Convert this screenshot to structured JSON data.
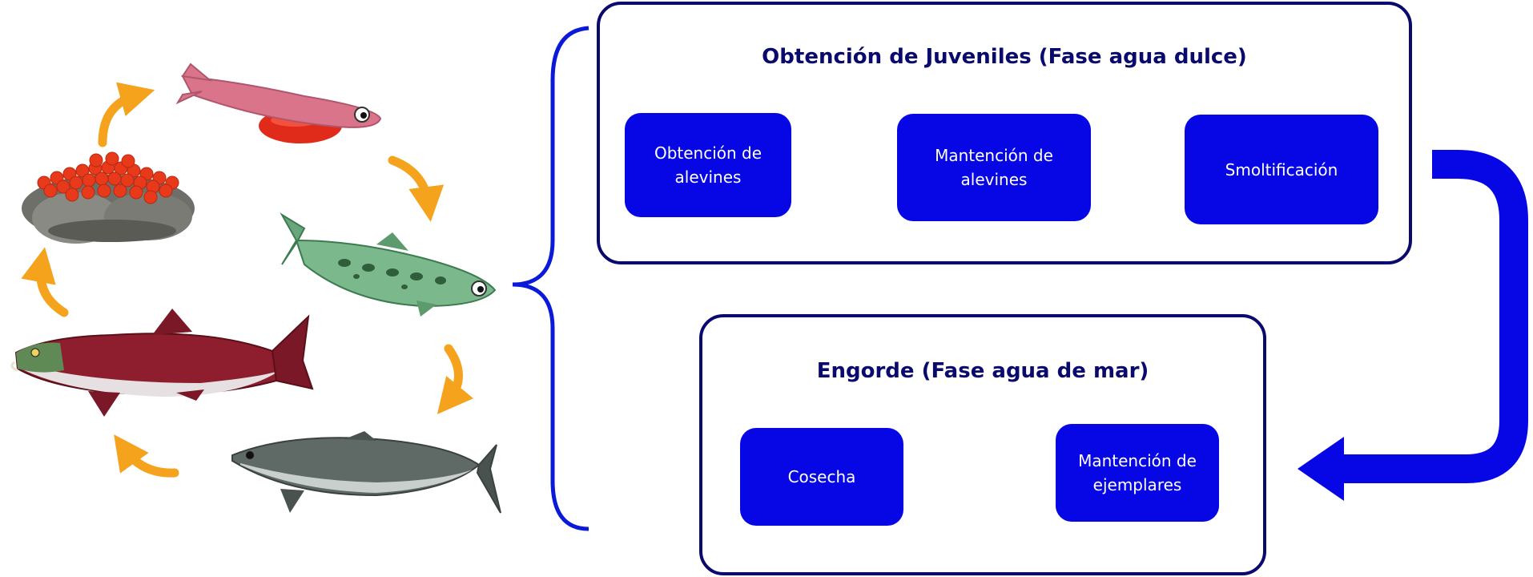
{
  "colors": {
    "panel_border": "#0a0a6e",
    "step_fill": "#0707e6",
    "step_text": "#ffffff",
    "small_arrow": "#e8803a",
    "cycle_arrow": "#f5a21c",
    "flow_arrow": "#0707e6"
  },
  "freshwater": {
    "title": "Obtención de Juveniles (Fase agua dulce)",
    "steps": [
      {
        "label": "Obtención de alevines"
      },
      {
        "label": "Mantención de alevines"
      },
      {
        "label": "Smoltificación"
      }
    ]
  },
  "seawater": {
    "title": "Engorde (Fase agua de mar)",
    "steps": [
      {
        "label": "Mantención de ejemplares"
      },
      {
        "label": "Cosecha"
      }
    ]
  },
  "life_cycle": {
    "stages": [
      "eggs-icon",
      "alevin-icon",
      "parr-icon",
      "smolt-adult-icon",
      "spawning-salmon-icon"
    ]
  }
}
